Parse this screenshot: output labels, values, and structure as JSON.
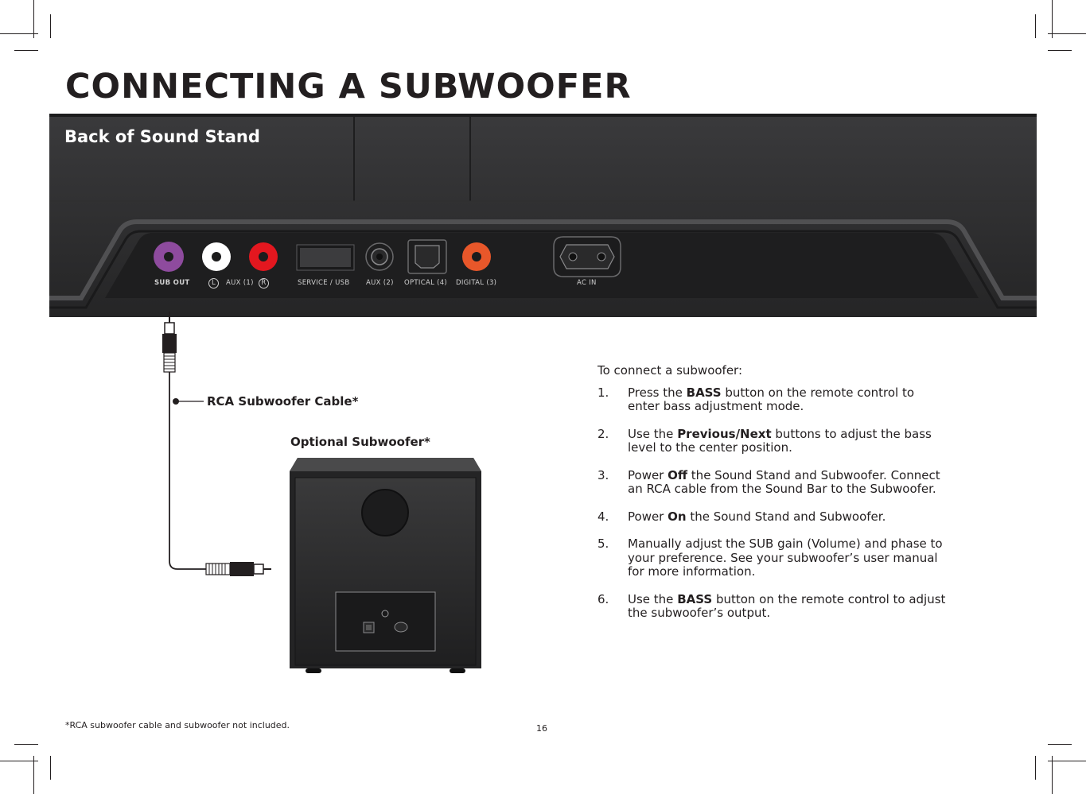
{
  "page_title": "CONNECTING A SUBWOOFER",
  "panel": {
    "label": "Back of Sound Stand",
    "ports": {
      "sub_out": "SUB OUT",
      "aux1_left": "L",
      "aux1": "AUX (1)",
      "aux1_right": "R",
      "service_usb": "SERVICE / USB",
      "aux2": "AUX (2)",
      "optical": "OPTICAL (4)",
      "digital": "DIGITAL (3)",
      "ac_in": "AC IN"
    }
  },
  "callouts": {
    "cable": "RCA Subwoofer Cable*",
    "subwoofer": "Optional Subwoofer*"
  },
  "instructions": {
    "intro": "To connect a subwoofer:",
    "steps": [
      {
        "num": "1.",
        "pre": "Press the ",
        "bold": "BASS",
        "post": " button on the remote control to enter bass adjustment mode."
      },
      {
        "num": "2.",
        "pre": "Use the ",
        "bold": "Previous/Next",
        "post": " buttons to adjust the bass level to the center position."
      },
      {
        "num": "3.",
        "pre": "Power ",
        "bold": "Off",
        "post": " the Sound Stand and Subwoofer. Connect an RCA cable from the Sound Bar to the Subwoofer."
      },
      {
        "num": "4.",
        "pre": "Power ",
        "bold": "On",
        "post": " the Sound Stand and Subwoofer."
      },
      {
        "num": "5.",
        "pre": "Manually adjust the SUB gain (Volume) and phase to your preference. See your subwoofer’s user manual for more information.",
        "bold": "",
        "post": ""
      },
      {
        "num": "6.",
        "pre": "Use the ",
        "bold": "BASS",
        "post": " button on the remote control to adjust the subwoofer’s output."
      }
    ]
  },
  "footnote": "*RCA subwoofer cable and subwoofer not included.",
  "page_number": "16",
  "colors": {
    "sub_out_jack": "#8e4b9e",
    "aux_left_jack": "#ffffff",
    "aux_right_jack": "#e3171f",
    "digital_jack": "#e8572a",
    "panel_dark": "#2b2b2d"
  }
}
